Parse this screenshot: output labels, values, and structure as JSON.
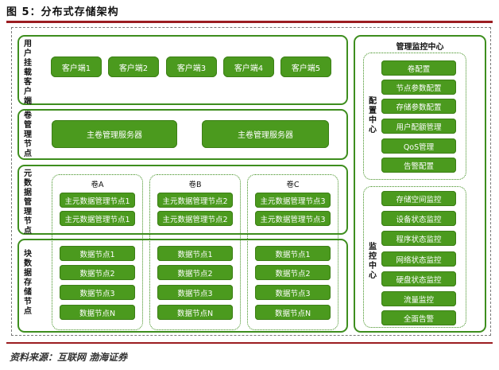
{
  "figure_title": "图 5：分布式存储架构",
  "source": "资料来源：互联网 渤海证券",
  "rows": {
    "client": {
      "label": "用户挂载客户端",
      "items": [
        "客户端1",
        "客户端2",
        "客户端3",
        "客户端4",
        "客户端5"
      ]
    },
    "volume_mgmt": {
      "label": "卷管理节点",
      "items": [
        "主卷管理服务器",
        "主卷管理服务器"
      ]
    },
    "meta": {
      "label": "元数据管理节点"
    },
    "storage": {
      "label": "块数据存储节点"
    }
  },
  "volumes": [
    {
      "name": "卷A",
      "meta": [
        "主元数据管理节点1",
        "主元数据管理节点1"
      ],
      "data": [
        "数据节点1",
        "数据节点2",
        "数据节点3",
        "数据节点N"
      ]
    },
    {
      "name": "卷B",
      "meta": [
        "主元数据管理节点2",
        "主元数据管理节点2"
      ],
      "data": [
        "数据节点1",
        "数据节点2",
        "数据节点3",
        "数据节点N"
      ]
    },
    {
      "name": "卷C",
      "meta": [
        "主元数据管理节点3",
        "主元数据管理节点3"
      ],
      "data": [
        "数据节点1",
        "数据节点2",
        "数据节点3",
        "数据节点N"
      ]
    }
  ],
  "monitor_center": {
    "title": "管理监控中心",
    "config": {
      "label": "配置中心",
      "items": [
        "卷配置",
        "节点参数配置",
        "存储参数配置",
        "用户配额管理",
        "QoS管理",
        "告警配置"
      ]
    },
    "monitor": {
      "label": "监控中心",
      "items": [
        "存储空间监控",
        "设备状态监控",
        "程序状态监控",
        "网络状态监控",
        "硬盘状态监控",
        "流量监控",
        "全面告警"
      ]
    }
  },
  "colors": {
    "accent_green": "#4b9a1e",
    "border_green": "#3e8e1e",
    "rule_red": "#9b1d21"
  }
}
